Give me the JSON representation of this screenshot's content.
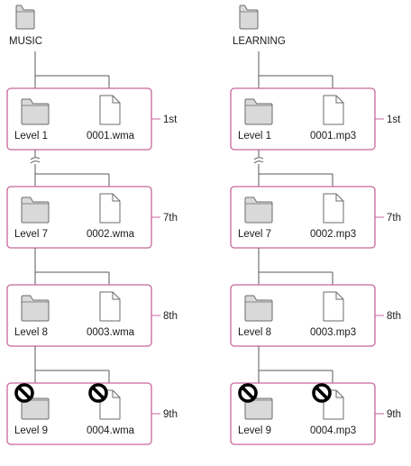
{
  "colors": {
    "frame": "#c8679a",
    "line": "#5a5a5a",
    "folder_fill": "#d9d9d9",
    "folder_stroke": "#6b6b6b",
    "file_fill": "#ffffff",
    "text": "#1b1b1b",
    "prohibit": "#000000"
  },
  "icons": {
    "root_folder": "folder-icon",
    "level_folder": "folder-icon",
    "file": "file-icon",
    "not_allowed": "no-entry-icon",
    "omission": "break-mark-icon"
  },
  "trees": [
    {
      "root": "MUSIC",
      "rows": [
        {
          "folder": "Level 1",
          "file": "0001.wma",
          "ordinal": "1st",
          "blocked": false,
          "break_above": false
        },
        {
          "folder": "Level 7",
          "file": "0002.wma",
          "ordinal": "7th",
          "blocked": false,
          "break_above": true
        },
        {
          "folder": "Level 8",
          "file": "0003.wma",
          "ordinal": "8th",
          "blocked": false,
          "break_above": false
        },
        {
          "folder": "Level 9",
          "file": "0004.wma",
          "ordinal": "9th",
          "blocked": true,
          "break_above": false
        }
      ]
    },
    {
      "root": "LEARNING",
      "rows": [
        {
          "folder": "Level 1",
          "file": "0001.mp3",
          "ordinal": "1st",
          "blocked": false,
          "break_above": false
        },
        {
          "folder": "Level 7",
          "file": "0002.mp3",
          "ordinal": "7th",
          "blocked": false,
          "break_above": true
        },
        {
          "folder": "Level 8",
          "file": "0003.mp3",
          "ordinal": "8th",
          "blocked": false,
          "break_above": false
        },
        {
          "folder": "Level 9",
          "file": "0004.mp3",
          "ordinal": "9th",
          "blocked": true,
          "break_above": false
        }
      ]
    }
  ]
}
